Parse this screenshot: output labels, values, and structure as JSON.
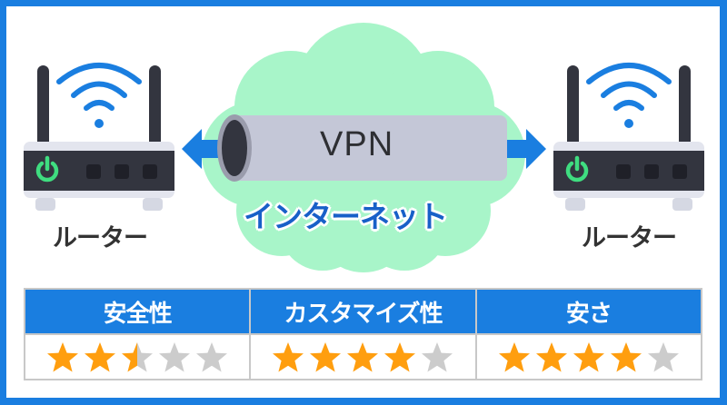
{
  "diagram": {
    "left_router": {
      "label": "ルーター",
      "icon": "router-icon",
      "wifi_icon": "wifi-icon",
      "power_icon": "power-icon"
    },
    "right_router": {
      "label": "ルーター",
      "icon": "router-icon",
      "wifi_icon": "wifi-icon",
      "power_icon": "power-icon"
    },
    "tunnel": {
      "label": "VPN",
      "icon": "tube-icon"
    },
    "cloud": {
      "label": "インターネット",
      "icon": "cloud-icon"
    },
    "arrows": [
      "arrow-left-icon",
      "arrow-right-icon"
    ]
  },
  "ratings": {
    "columns": [
      {
        "label": "安全性",
        "stars": 2.5,
        "max": 5
      },
      {
        "label": "カスタマイズ性",
        "stars": 4,
        "max": 5
      },
      {
        "label": "安さ",
        "stars": 4,
        "max": 5
      }
    ]
  },
  "colors": {
    "frame": "#1a7ee0",
    "header_bg": "#1a7ee0",
    "cloud": "#a8f5c9",
    "tube": "#c4c7d7",
    "tube_hole": "#33353f",
    "router_body": "#33353f",
    "router_light": "#e3e5ee",
    "power": "#3fdd80",
    "wifi": "#1a7ee0",
    "star_on": "#ff9e0f",
    "star_off": "#cccccc",
    "internet_text": "#1860c8"
  }
}
